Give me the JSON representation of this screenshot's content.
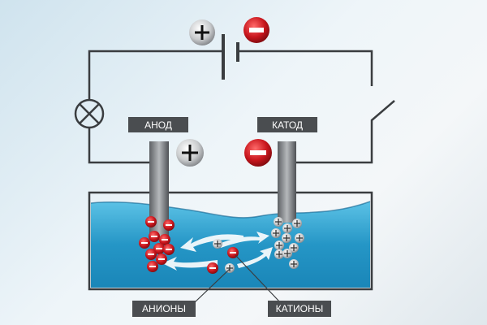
{
  "labels": {
    "anode": "АНОД",
    "cathode": "КАТОД",
    "anions": "АНИОНЫ",
    "cations": "КАТИОНЫ"
  },
  "icons": {
    "battery_positive": "plus-circle-icon",
    "battery_negative": "minus-circle-icon",
    "lamp": "lamp-icon",
    "switch": "switch-icon"
  },
  "colors": {
    "wire": "#3a3d40",
    "label_bg": "#4a4d50",
    "water": "#2a9dcc",
    "anion": "#c8161d",
    "cation": "#d4d6d8"
  }
}
